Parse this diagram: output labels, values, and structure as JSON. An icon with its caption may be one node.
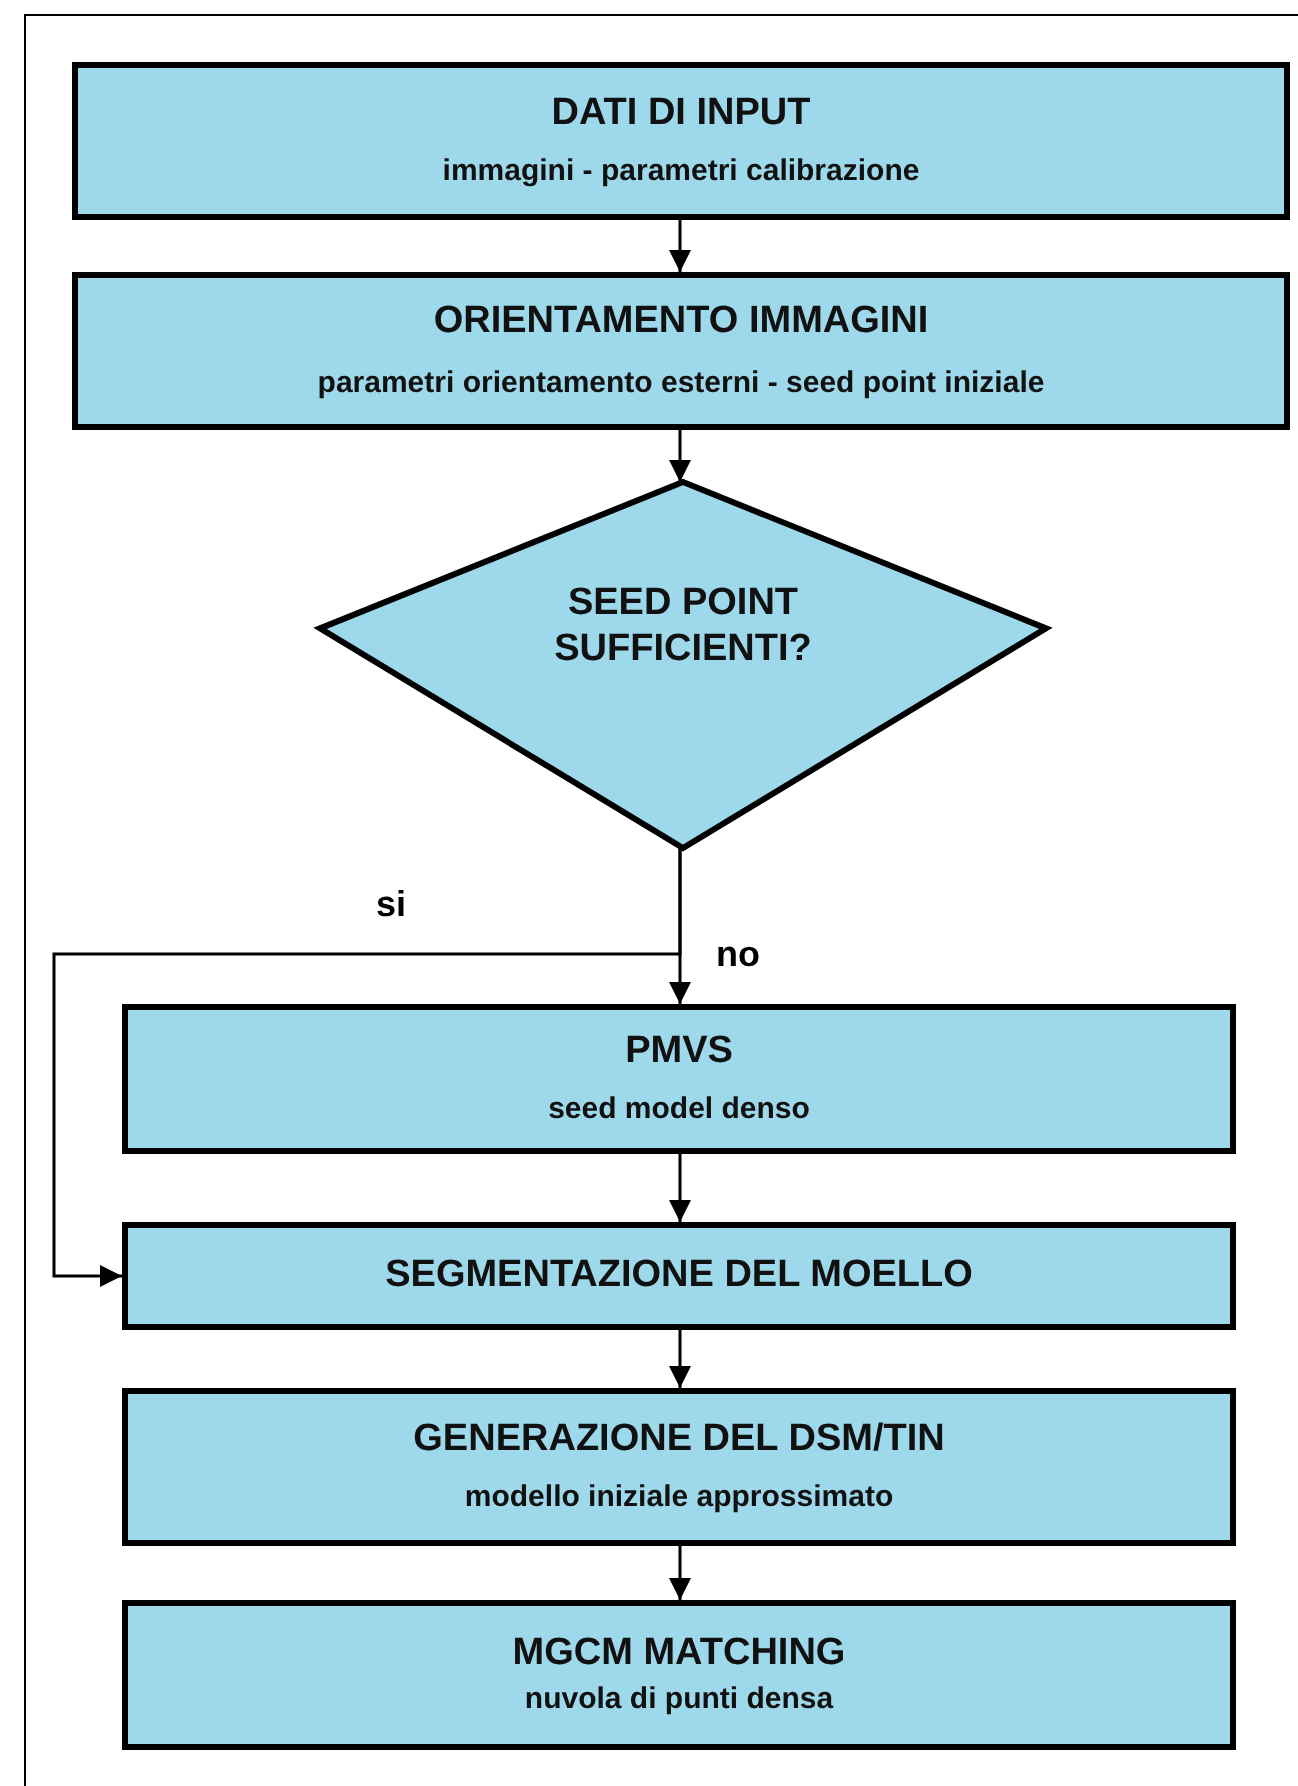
{
  "diagram": {
    "nodes": [
      {
        "text": [
          "DATI DI INPUT",
          "immagini - parametri calibrazione"
        ]
      },
      {
        "text": [
          "ORIENTAMENTO IMMAGINI",
          "parametri orientamento esterni - seed point iniziale"
        ]
      },
      {
        "text": [
          "SEED POINT SUFFICIENTI?"
        ]
      },
      {
        "text": [
          "PMVS",
          "seed model denso"
        ]
      },
      {
        "text": [
          "SEGMENTAZIONE DEL MOELLO"
        ]
      },
      {
        "text": [
          "GENERAZIONE DEL DSM/TIN",
          "modello iniziale approssimato"
        ]
      },
      {
        "text": [
          "MGCM MATCHING",
          "nuvola di punti densa"
        ]
      }
    ],
    "edges": [
      {
        "from": 0,
        "to": 1,
        "arrow": "to"
      },
      {
        "from": 1,
        "to": 2,
        "arrow": "to"
      },
      {
        "from": 2,
        "to": 3,
        "arrow": "to",
        "label": "no"
      },
      {
        "from": 2,
        "to": 4,
        "arrow": "to",
        "label": "si"
      },
      {
        "from": 3,
        "to": 4,
        "arrow": "to"
      },
      {
        "from": 4,
        "to": 5,
        "arrow": "to"
      },
      {
        "from": 5,
        "to": 6,
        "arrow": "to"
      }
    ]
  }
}
